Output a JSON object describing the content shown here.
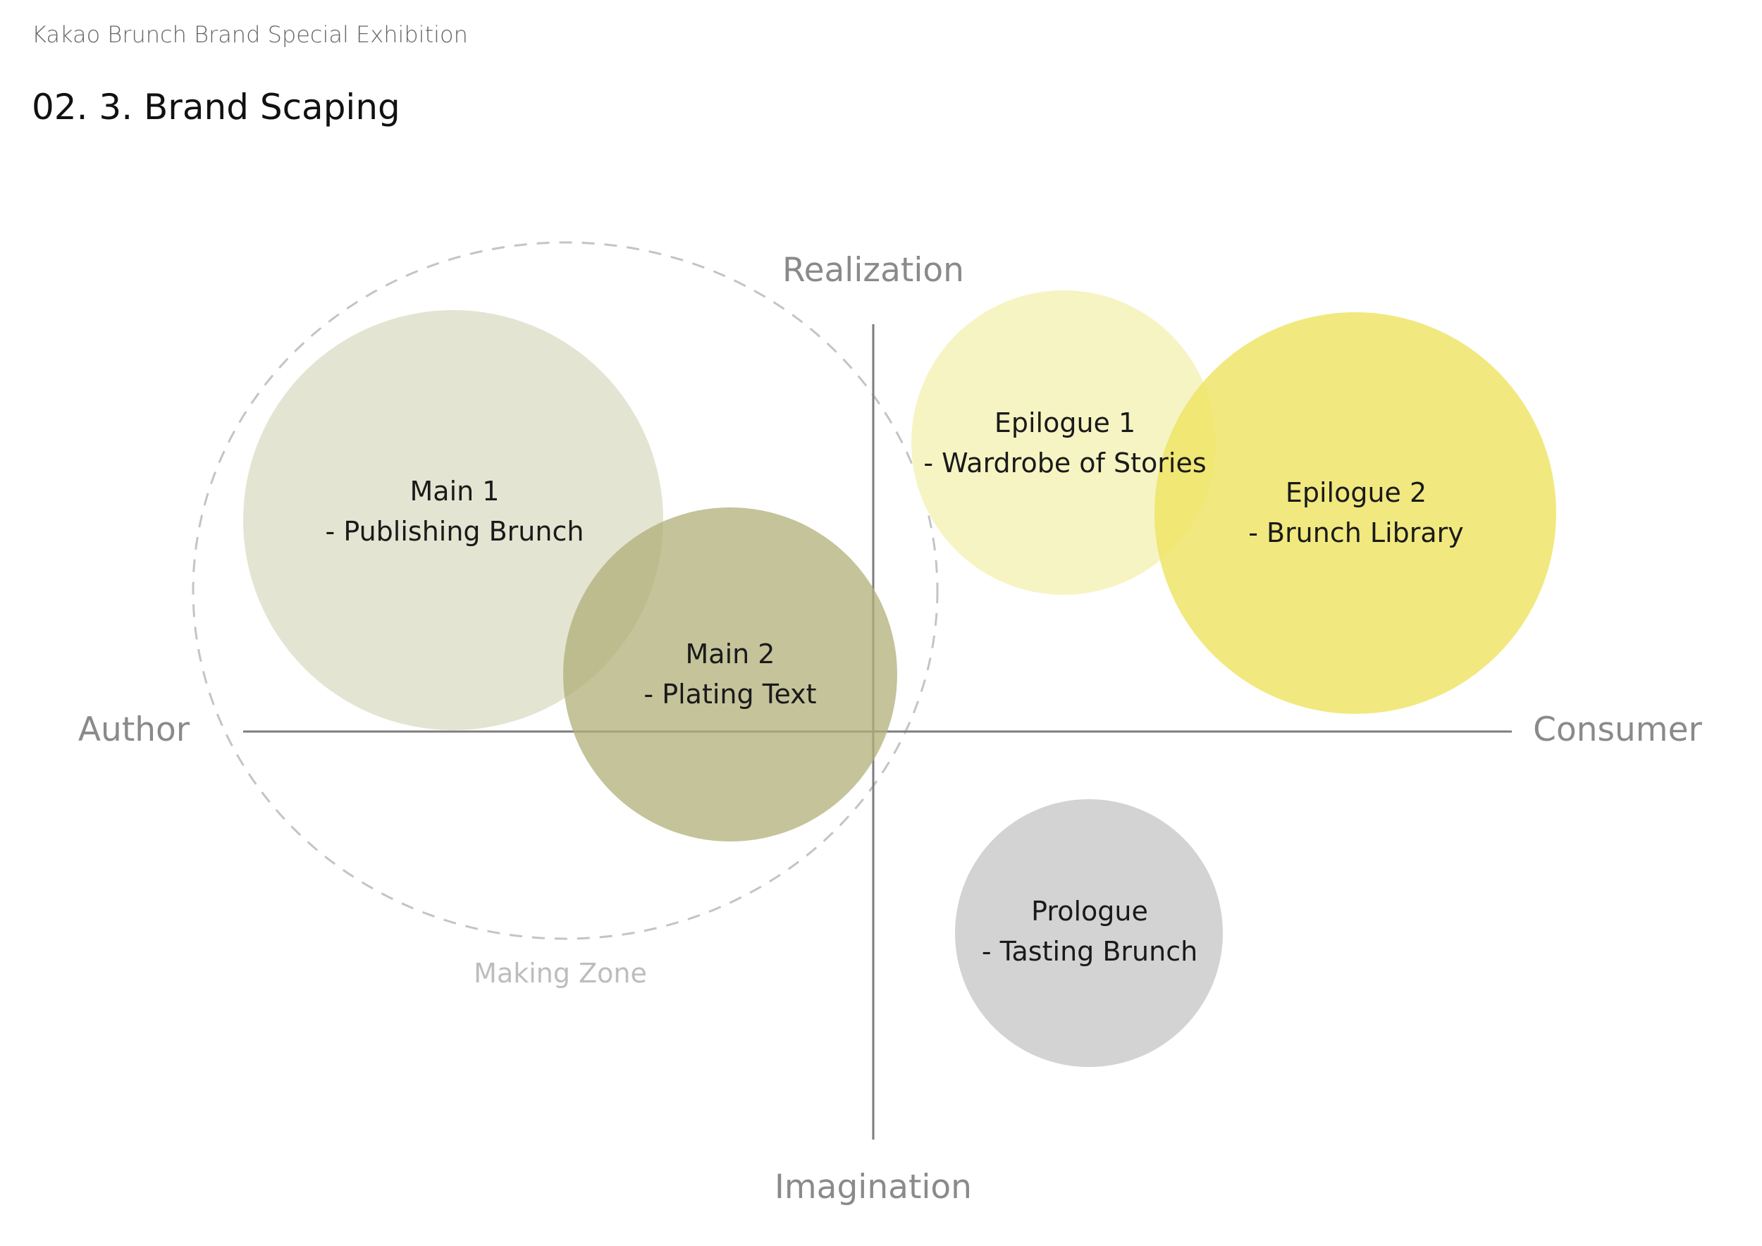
{
  "header": {
    "subtitle": "Kakao Brunch Brand Special Exhibition",
    "title": "02. 3. Brand Scaping"
  },
  "axes": {
    "top": "Realization",
    "bottom": "Imagination",
    "left": "Author",
    "right": "Consumer"
  },
  "zone": {
    "label": "Making Zone",
    "stroke_color": "#c4c4c4"
  },
  "bubbles": [
    {
      "id": "main1",
      "title": "Main 1",
      "subtitle": "- Publishing Brunch",
      "color": "#e4e4d3"
    },
    {
      "id": "main2",
      "title": "Main 2",
      "subtitle": "- Plating Text",
      "color": "#b0af78"
    },
    {
      "id": "epilogue1",
      "title": "Epilogue 1",
      "subtitle": "- Wardrobe of Stories",
      "color": "#f6f4c3"
    },
    {
      "id": "epilogue2",
      "title": "Epilogue 2",
      "subtitle": "- Brunch Library",
      "color": "#eee463"
    },
    {
      "id": "prologue",
      "title": "Prologue",
      "subtitle": "- Tasting Brunch",
      "color": "#d2d3d2"
    }
  ],
  "colors": {
    "axis_line": "#7d7d7d",
    "axis_text": "#8a8a8a"
  }
}
